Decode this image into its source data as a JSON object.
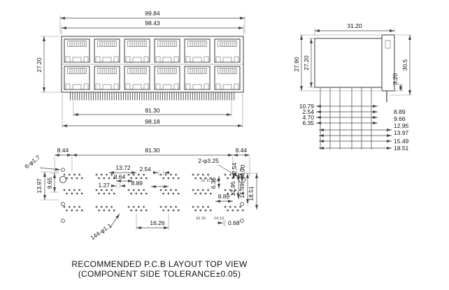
{
  "caption": {
    "line1": "RECOMMENDED P.C.B LAYOUT TOP VIEW",
    "line2": "(COMPONENT SIDE TOLERANCE±0.05)"
  },
  "front_view": {
    "width_outer": "99.84",
    "width_flange": "98.43",
    "height": "27.20",
    "pin_span": "81.30",
    "base_width": "98.18"
  },
  "side_view": {
    "depth": "31.20",
    "height_outer": "27.90",
    "height_body": "27.20",
    "tab_height": "3.20",
    "height_total": "30.5",
    "ladder_left": [
      "10.79",
      "2.54",
      "4.70",
      "6.35"
    ],
    "ladder_right": [
      "8.89",
      "9.66",
      "12.95",
      "13.97",
      "15.49",
      "18.51"
    ]
  },
  "pcb_view": {
    "edge_left": "8.44",
    "span": "81.30",
    "edge_right": "8.44",
    "note_shield_holes": "6-φ1.7",
    "note_mount_holes": "2-φ3.25",
    "note_pin_holes": "144-φ1.1",
    "dim_13_97": "13.97",
    "dim_9_65": "9.65",
    "dim_13_72": "13.72",
    "dim_8_64": "8.64",
    "dim_2_54_top": "2.54",
    "dim_1_27": "1.27",
    "dim_8_89_mid": "8.89",
    "dim_2_54_right": "2.54",
    "dim_4_70": "4.70",
    "dim_6_35": "6.35",
    "dim_8_89_right": "8.89",
    "dim_12_95": "12.95",
    "dim_15_49": "15.49",
    "dim_18_51": "18.51",
    "dim_16_26": "16.26",
    "dim_0_68": "0.68",
    "pin_labels_top": "12 11 10 9",
    "pin_labels_bottom_left": "16 15",
    "pin_labels_bottom_right": "14 13"
  }
}
